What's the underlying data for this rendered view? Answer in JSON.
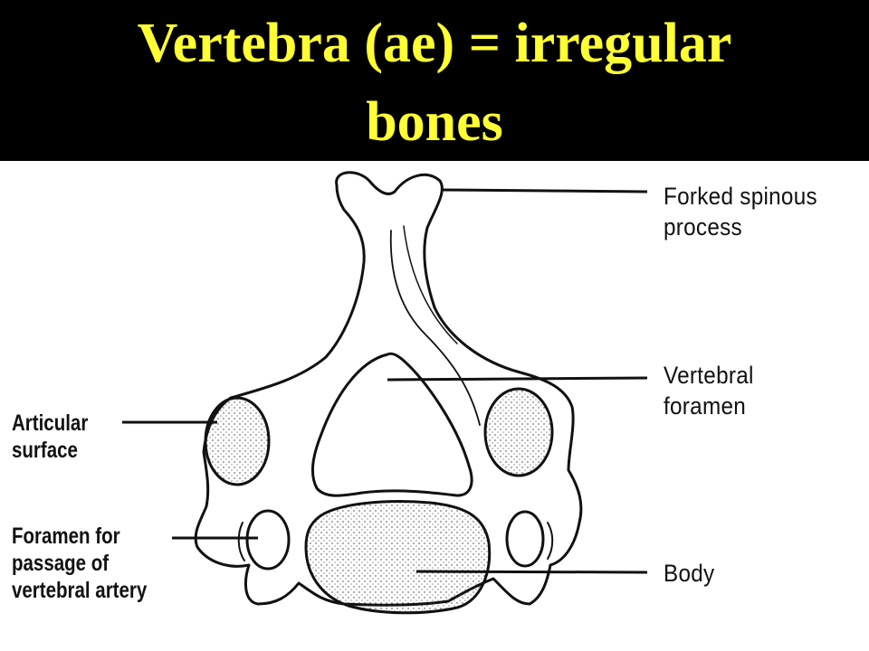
{
  "slide": {
    "title_line1": "Vertebra (ae) = irregular",
    "title_line2": "bones"
  },
  "labels": {
    "spinous": {
      "line1": "Forked spinous",
      "line2": "process"
    },
    "foramen": {
      "line1": "Vertebral",
      "line2": "foramen"
    },
    "body": {
      "line1": "Body"
    },
    "articular": {
      "line1": "Articular",
      "line2": "surface"
    },
    "artery": {
      "line1": "Foramen for",
      "line2": "passage of",
      "line3": "vertebral artery"
    }
  },
  "colors": {
    "title_bg": "#000000",
    "title_text": "#ffff33",
    "ink": "#111111"
  }
}
